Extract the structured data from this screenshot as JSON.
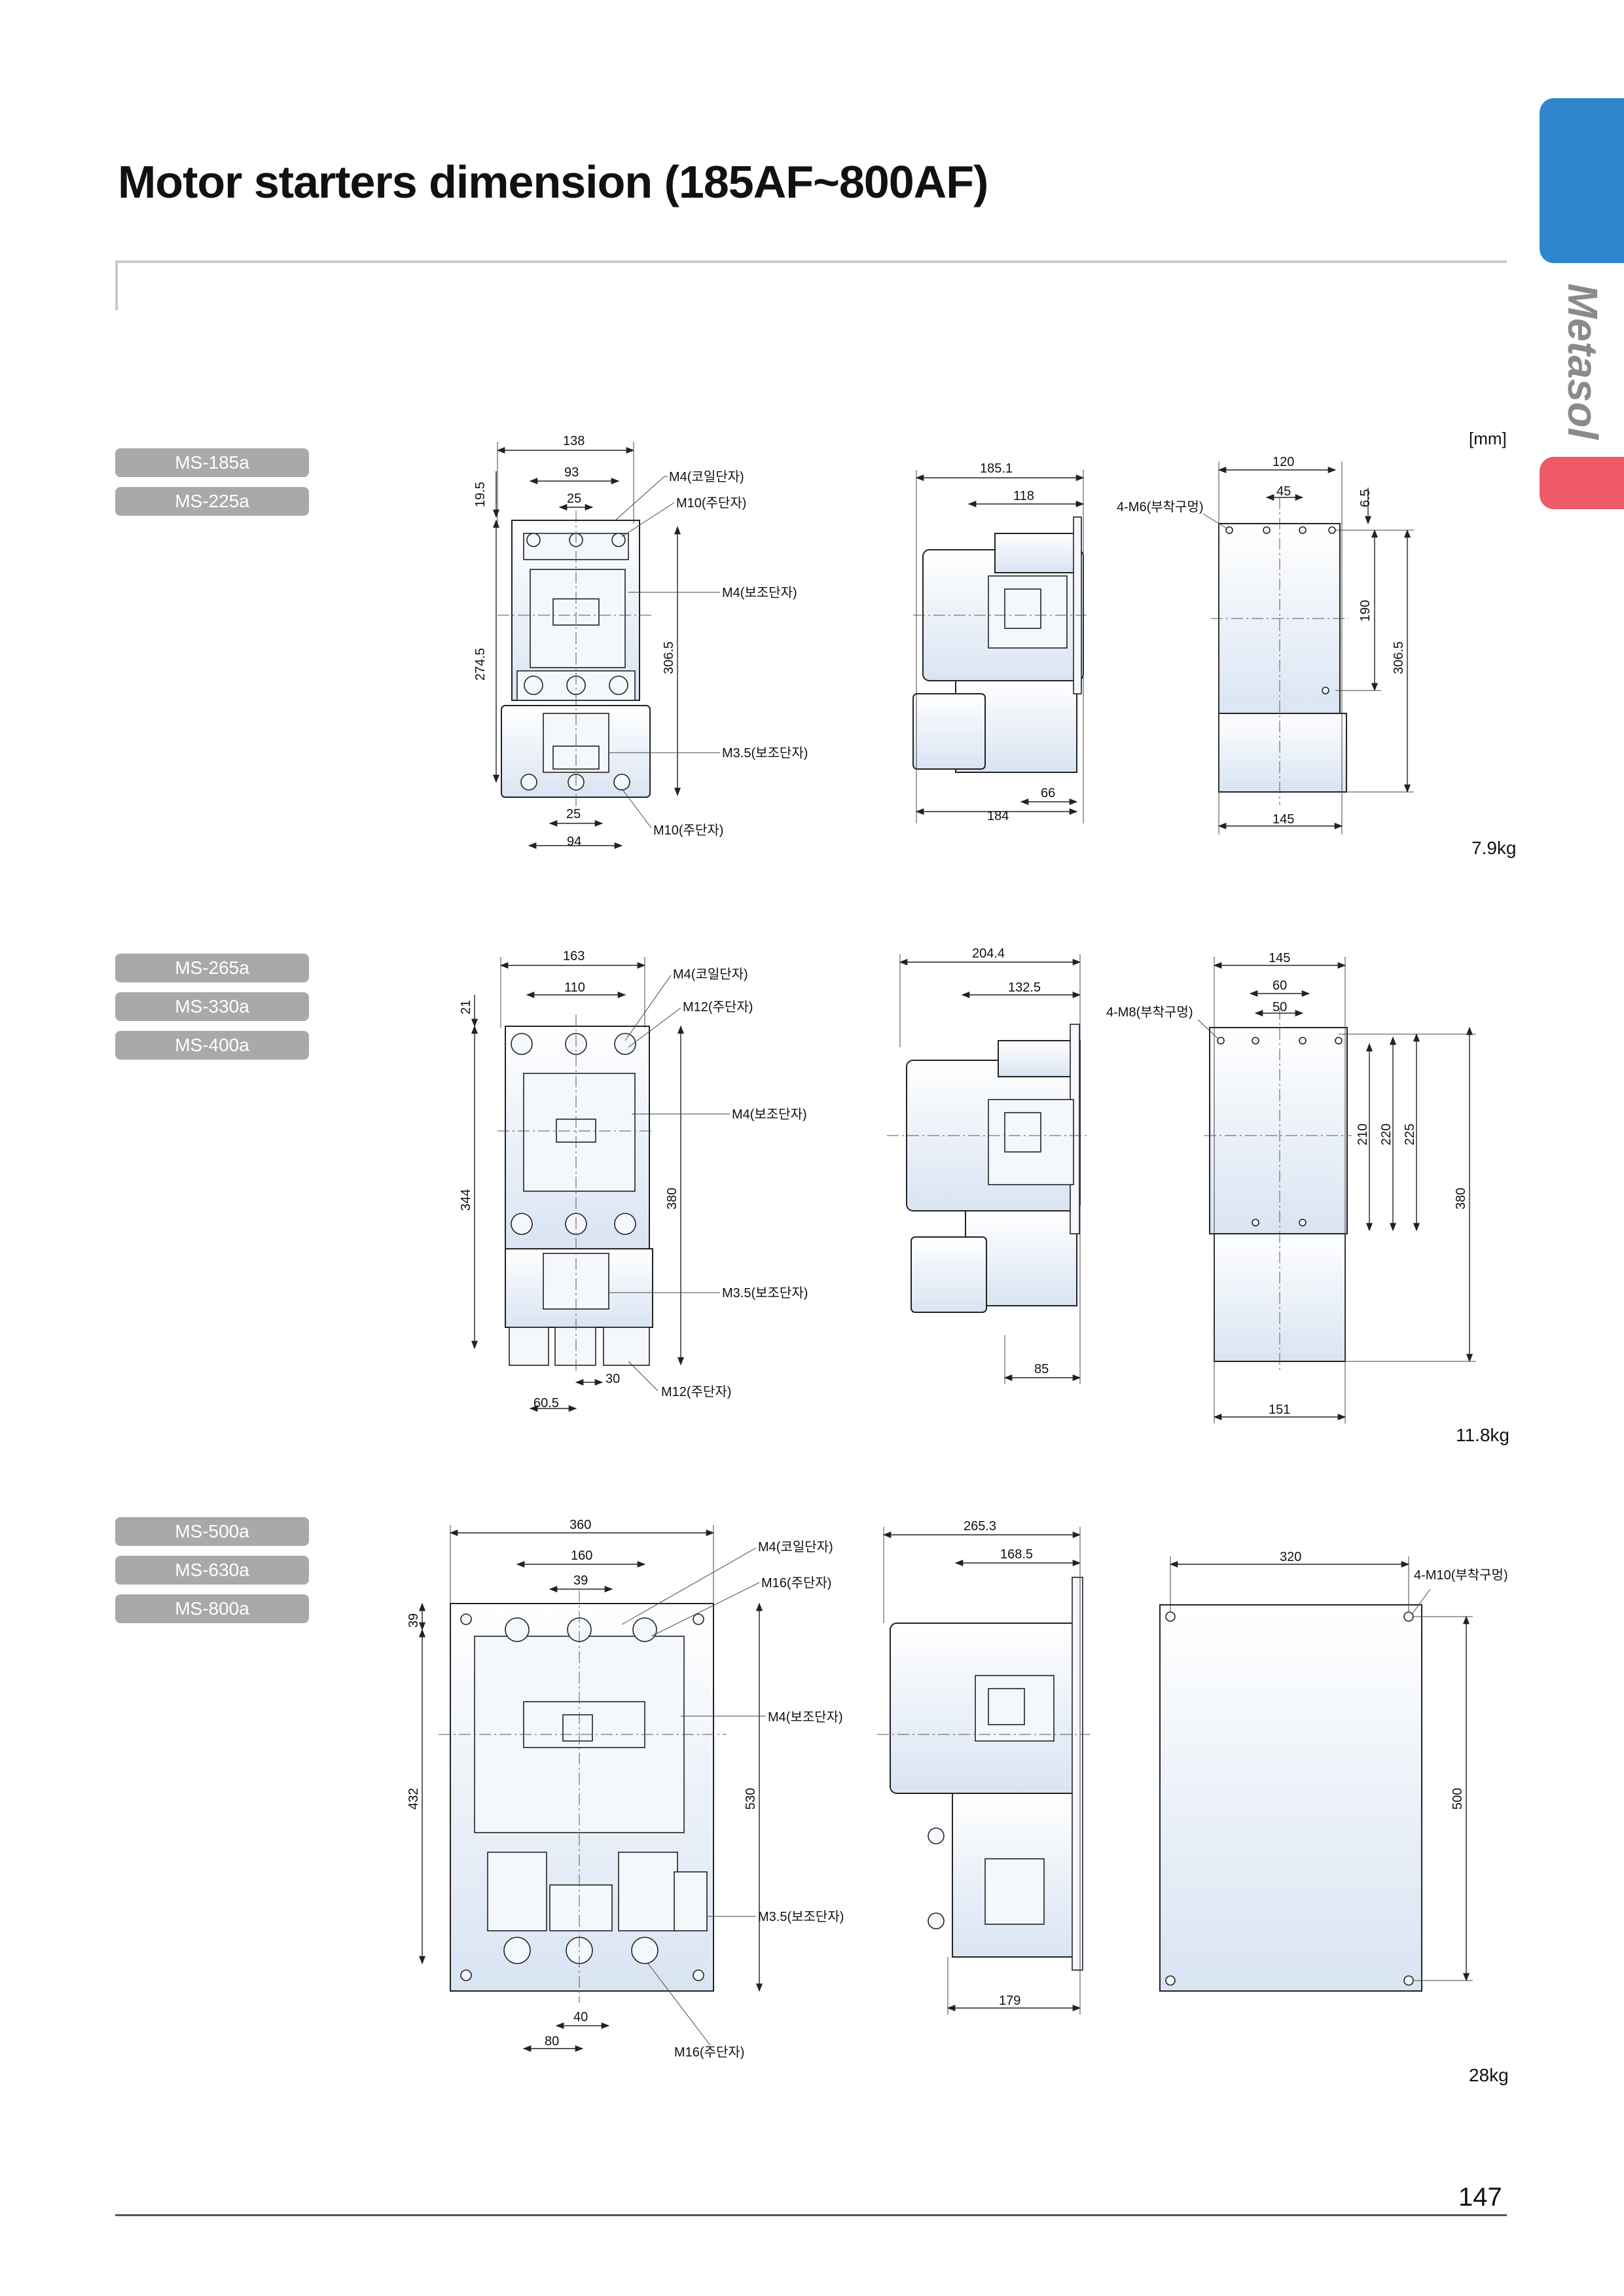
{
  "page": {
    "title": "Motor starters dimension (185AF~800AF)",
    "brand": "Metasol",
    "unit": "[mm]",
    "page_number": "147"
  },
  "colors": {
    "tab_blue": "#2f86cc",
    "tab_red": "#ef5a68",
    "body_fill": "#e3ebf7",
    "label_gray": "#a9a9a9"
  },
  "sections": [
    {
      "models": [
        "MS-185a",
        "MS-225a"
      ],
      "weight": "7.9kg",
      "front": {
        "dims": {
          "width_overall": "138",
          "w_mid": "93",
          "w_terminal": "25",
          "top_offset": "19.5",
          "h_left": "274.5",
          "h_right": "306.5",
          "bottom_pitch": "25",
          "bottom_width": "94"
        },
        "callouts": {
          "coil": "M4(코일단자)",
          "main_top": "M10(주단자)",
          "aux": "M4(보조단자)",
          "aux2": "M3.5(보조단자)",
          "main_bottom": "M10(주단자)"
        }
      },
      "side": {
        "dims": {
          "depth_overall": "185.1",
          "depth_mid": "118",
          "depth_bottom": "184",
          "bottom_offset": "66"
        }
      },
      "rear": {
        "dims": {
          "w_top": "120",
          "hole_pitch": "45",
          "top_offset": "6.5",
          "hole_height": "190",
          "h_overall": "306.5",
          "w_bottom": "145"
        },
        "callout": "4-M6(부착구멍)"
      }
    },
    {
      "models": [
        "MS-265a",
        "MS-330a",
        "MS-400a"
      ],
      "weight": "11.8kg",
      "front": {
        "dims": {
          "width_overall": "163",
          "w_mid": "110",
          "top_offset": "21",
          "h_left": "344",
          "h_right": "380",
          "bottom_pitch": "30",
          "bottom_width": "60.5"
        },
        "callouts": {
          "coil": "M4(코일단자)",
          "main_top": "M12(주단자)",
          "aux": "M4(보조단자)",
          "aux2": "M3.5(보조단자)",
          "main_bottom": "M12(주단자)"
        }
      },
      "side": {
        "dims": {
          "depth_overall": "204.4",
          "depth_mid": "132.5",
          "bottom_offset": "85"
        }
      },
      "rear": {
        "dims": {
          "w_top": "145",
          "w_mid": "60",
          "hole_pitch": "50",
          "h1": "210",
          "h2": "220",
          "h3": "225",
          "h_overall": "380",
          "w_bottom": "151"
        },
        "callout": "4-M8(부착구멍)"
      }
    },
    {
      "models": [
        "MS-500a",
        "MS-630a",
        "MS-800a"
      ],
      "weight": "28kg",
      "front": {
        "dims": {
          "width_overall": "360",
          "w_mid": "160",
          "w_terminal": "39",
          "top_offset": "39",
          "h_left": "432",
          "h_right": "530",
          "bottom_pitch": "40",
          "bottom_width": "80"
        },
        "callouts": {
          "coil": "M4(코일단자)",
          "main_top": "M16(주단자)",
          "aux": "M4(보조단자)",
          "aux2": "M3.5(보조단자)",
          "main_bottom": "M16(주단자)"
        }
      },
      "side": {
        "dims": {
          "depth_overall": "265.3",
          "depth_mid": "168.5",
          "depth_bottom": "179"
        }
      },
      "rear": {
        "dims": {
          "w_top": "320",
          "h_overall": "500"
        },
        "callout": "4-M10(부착구멍)"
      }
    }
  ]
}
